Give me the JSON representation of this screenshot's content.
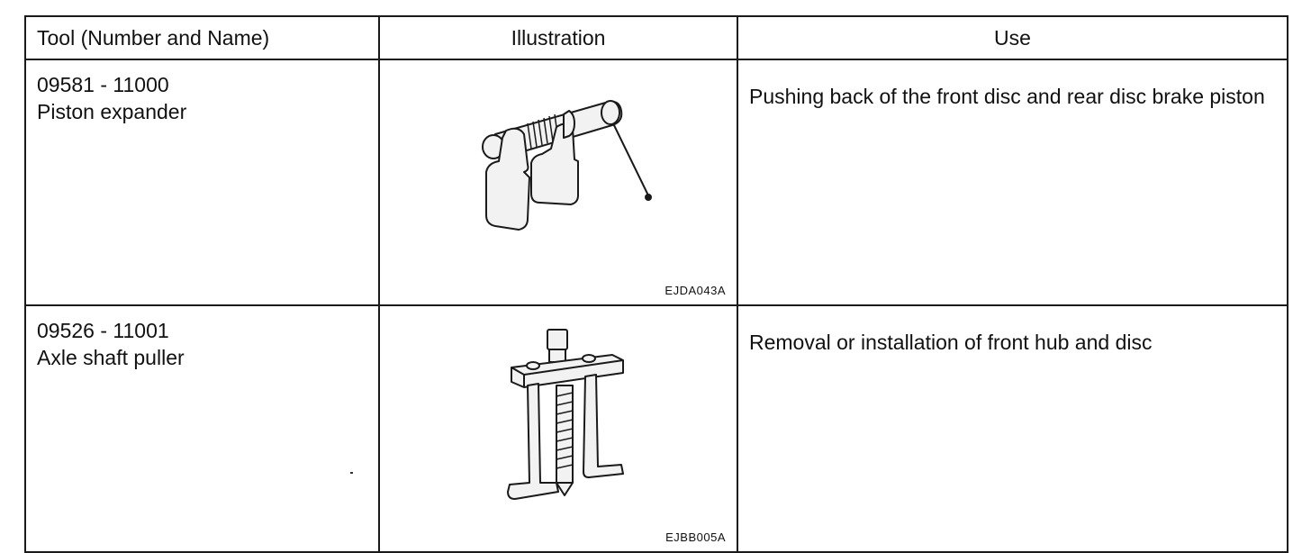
{
  "table": {
    "headers": {
      "tool": "Tool (Number and Name)",
      "illustration": "Illustration",
      "use": "Use"
    },
    "rows": [
      {
        "number": "09581 - 11000",
        "name": "Piston expander",
        "illustration_code": "EJDA043A",
        "illustration_icon": "piston-expander-icon",
        "use": "Pushing back of the front disc and rear disc brake piston"
      },
      {
        "number": "09526 - 11001",
        "name": "Axle shaft puller",
        "illustration_code": "EJBB005A",
        "illustration_icon": "axle-shaft-puller-icon",
        "use": "Removal or installation of front hub and disc"
      }
    ]
  }
}
